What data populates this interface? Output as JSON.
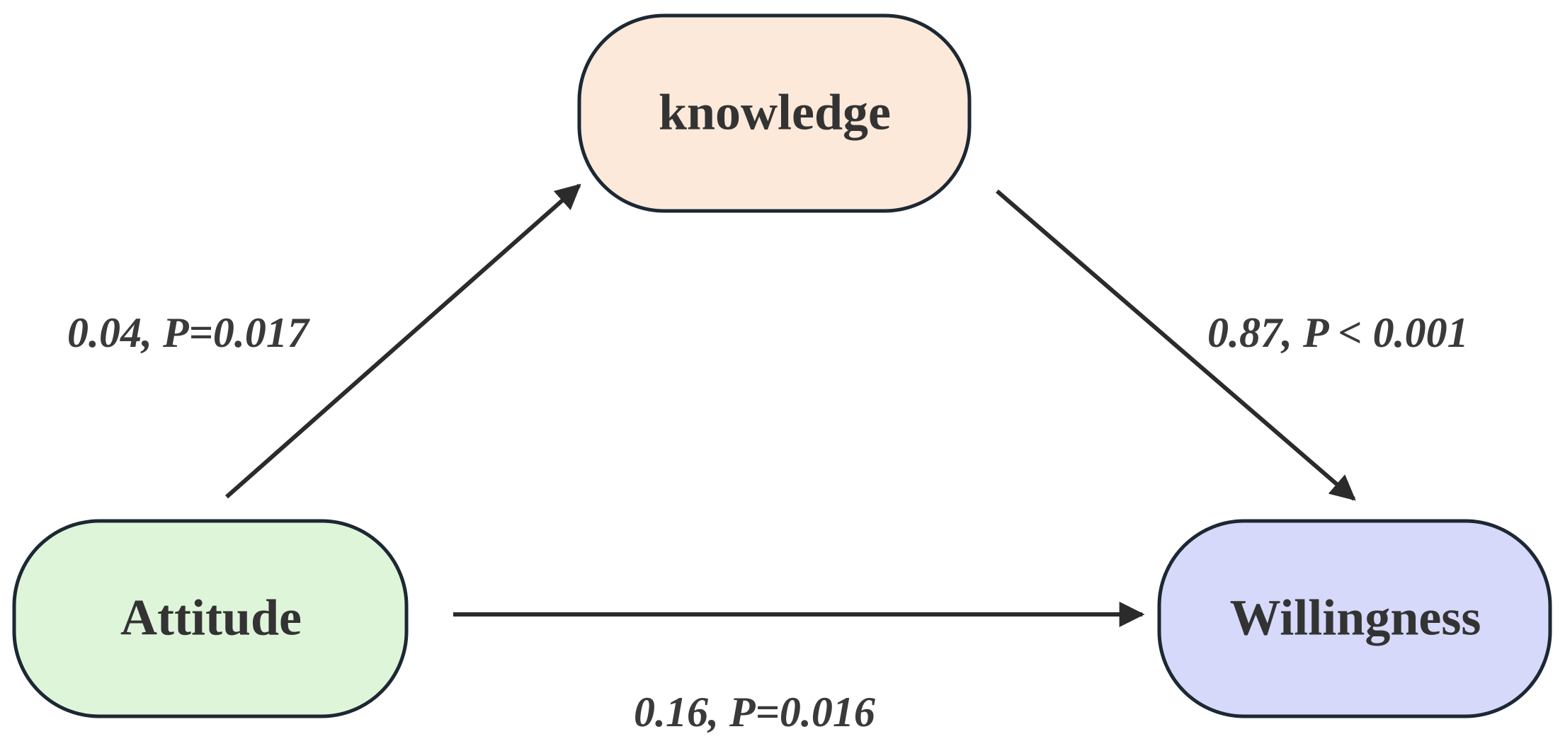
{
  "nodes": {
    "knowledge": {
      "label": "knowledge",
      "fill": "#fde9da"
    },
    "attitude": {
      "label": "Attitude",
      "fill": "#dff5da"
    },
    "willingness": {
      "label": "Willingness",
      "fill": "#d6d9f9"
    }
  },
  "edges": {
    "attitude_to_knowledge": {
      "from": "Attitude",
      "to": "knowledge",
      "label": "0.04, P=0.017"
    },
    "knowledge_to_willingness": {
      "from": "knowledge",
      "to": "Willingness",
      "label": "0.87, P < 0.001"
    },
    "attitude_to_willingness": {
      "from": "Attitude",
      "to": "Willingness",
      "label": "0.16, P=0.016"
    }
  },
  "colors": {
    "stroke": "#1c2833",
    "arrow": "#2b2b2b",
    "text": "#333333"
  }
}
